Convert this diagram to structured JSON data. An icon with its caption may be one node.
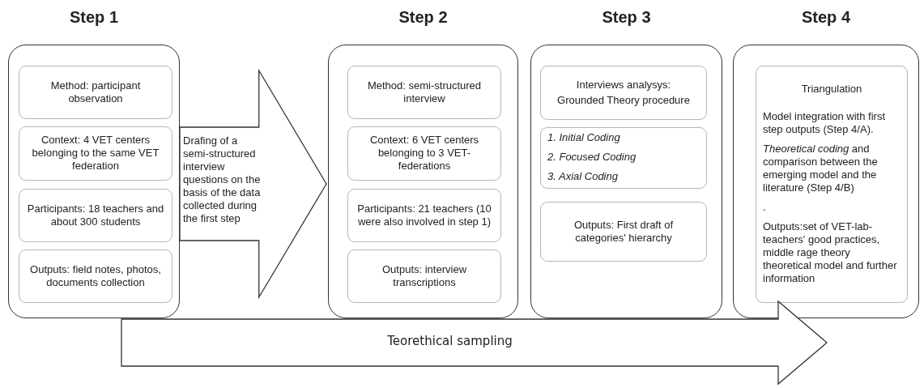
{
  "diagram": {
    "nodes": [
      {
        "text": [
          "Step 1"
        ]
      },
      {
        "text": [
          "Method: participant observation"
        ],
        "in": 0
      },
      {
        "text": [
          "Context: 4 VET centers belonging to the same VET federation"
        ],
        "in": 0
      },
      {
        "text": [
          "Participants: 18 teachers and about 300 students"
        ],
        "in": 0
      },
      {
        "text": [
          "Outputs: field notes, photos, documents collection"
        ],
        "in": 0
      },
      {
        "text": [
          "Step 2"
        ]
      },
      {
        "text": [
          "Method: semi-structured interview"
        ],
        "in": 5
      },
      {
        "text": [
          "Context: 6 VET centers belonging to 3 VET-federations"
        ],
        "in": 5
      },
      {
        "text": [
          "Participants: 21 teachers (10 were also involved in step 1)"
        ],
        "in": 5
      },
      {
        "text": [
          "Outputs: interview transcriptions"
        ],
        "in": 5
      },
      {
        "text": [
          "Step 3"
        ]
      },
      {
        "text": [
          "Interviews analysys:",
          "Grounded Theory procedure"
        ],
        "in": 10
      },
      {
        "text": [
          "*1.  Initial Coding*",
          "*2.  Focused Coding*",
          "*3.  Axial Coding*"
        ],
        "in": 10
      },
      {
        "text": [
          "Outputs: First draft of categories' hierarchy"
        ],
        "in": 10
      },
      {
        "text": [
          "Step 4"
        ]
      },
      {
        "text": [
          "Triangulation",
          "Model integration with first step outputs (Step 4/A).",
          "*Theoretical coding* and comparison between the emerging model and the literature (Step 4/B)",
          ".",
          "Outputs:set of VET-lab-teachers' good practices, middle rage theory theoretical model and further information"
        ],
        "in": 14
      },
      {
        "text": [
          "Teorethical sampling"
        ]
      }
    ],
    "edges": [
      {
        "from": 0,
        "to": 5,
        "arrow": "to",
        "label": "Drafing of a semi-structured interview questions on the basis of the data collected during the first step"
      }
    ]
  }
}
